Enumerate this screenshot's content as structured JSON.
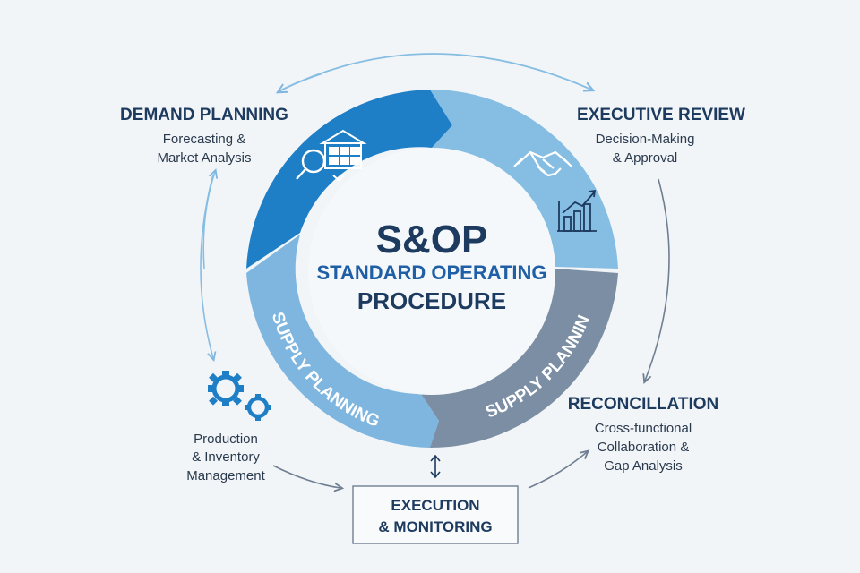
{
  "center": {
    "title": "S&OP",
    "subtitle_line1": "STANDARD OPERATING",
    "subtitle_line2": "PROCEDURE"
  },
  "stages": {
    "demand": {
      "title": "DEMAND PLANNING",
      "desc_line1": "Forecasting &",
      "desc_line2": "Market Analysis"
    },
    "executive": {
      "title": "EXECUTIVE REVIEW",
      "desc_line1": "Decision-Making",
      "desc_line2": "& Approval"
    },
    "reconciliation": {
      "title": "RECONCILLATION",
      "desc_line1": "Cross-functional",
      "desc_line2": "Collaboration &",
      "desc_line3": "Gap Analysis"
    },
    "production": {
      "desc_line1": "Production",
      "desc_line2": "& Inventory",
      "desc_line3": "Management"
    },
    "execution": {
      "line1": "EXECUTION",
      "line2": "& MONITORING"
    }
  },
  "segments": {
    "left_label": "SUPPLY PLANNING",
    "right_label": "SUPPLY PLANNING"
  },
  "colors": {
    "demand_segment": "#1f7fc6",
    "executive_segment": "#86bde3",
    "supply_left_segment": "#7fb6df",
    "supply_right_segment": "#7c8ea3",
    "dark_text": "#1d3a5f",
    "blue_text": "#1f5fa5",
    "connector": "#7fb6df"
  },
  "icons": {
    "demand": [
      "search-icon",
      "warehouse-icon"
    ],
    "executive": [
      "handshake-icon",
      "bar-chart-growth-icon"
    ],
    "production": [
      "gears-icon"
    ],
    "execution": [
      "up-down-arrow-icon"
    ]
  }
}
